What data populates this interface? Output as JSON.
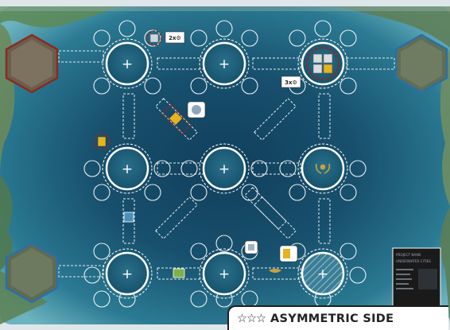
{
  "side_label": {
    "stars": "☆☆☆",
    "text": "ASYMMETRIC SIDE"
  },
  "project_card": {
    "header": "PROJECT NAME",
    "title": "UNDERWATER CITIES"
  },
  "tags": {
    "top_link": "2x⚙",
    "right_link": "3x⚙"
  },
  "colors": {
    "ocean_dark": "#0d3a55",
    "ocean_mid": "#1c5b78",
    "land": "#7a6d52",
    "hex_red": "#8a2a26",
    "hex_blue": "#2b6fa6",
    "accent_yellow": "#e6b21f",
    "accent_green": "#7fb04a"
  },
  "cities": [
    {
      "name": "city-top-left",
      "symbol": "+"
    },
    {
      "name": "city-top-middle",
      "symbol": "+"
    },
    {
      "name": "city-top-right",
      "symbol": "building-tiles"
    },
    {
      "name": "city-mid-left",
      "symbol": "+"
    },
    {
      "name": "city-center",
      "symbol": "+"
    },
    {
      "name": "city-mid-right",
      "symbol": "laurel"
    },
    {
      "name": "city-bottom-left",
      "symbol": "+"
    },
    {
      "name": "city-bottom-middle",
      "symbol": "+"
    },
    {
      "name": "city-bottom-right",
      "symbol": "+"
    }
  ]
}
